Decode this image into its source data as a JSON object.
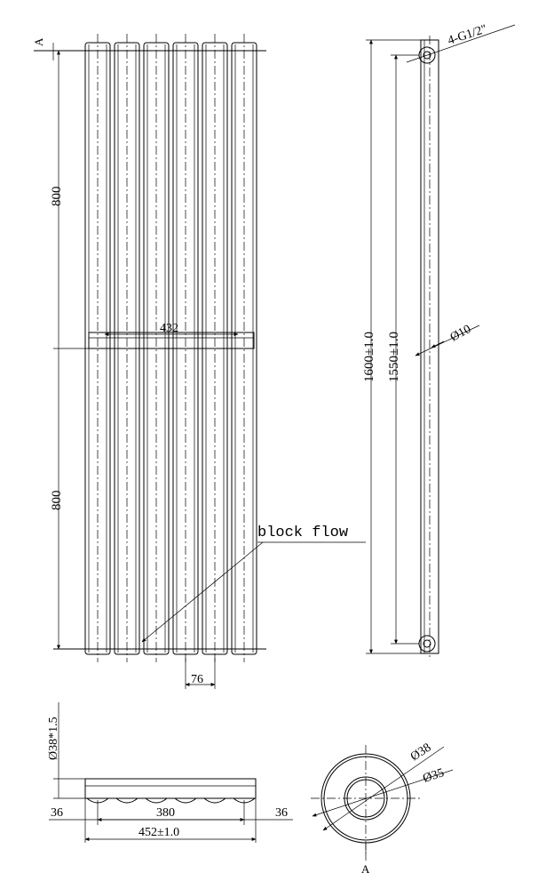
{
  "section_marker_top": "A",
  "section_marker_bottom": "A",
  "front_view": {
    "height_upper": "800",
    "height_lower": "800",
    "bar_width": "432",
    "tube_pitch": "76",
    "note": "block flow"
  },
  "side_view": {
    "connection": "4-G1/2\"",
    "overall_height": "1600±1.0",
    "centre_height": "1550±1.0",
    "bar_diameter": "Ø10"
  },
  "bottom_view": {
    "tube_spec": "Ø38*1.5",
    "left_offset": "36",
    "centre_width": "380",
    "right_offset": "36",
    "overall_width": "452±1.0"
  },
  "section_view": {
    "outer_diameter": "Ø38",
    "inner_diameter": "Ø35"
  }
}
